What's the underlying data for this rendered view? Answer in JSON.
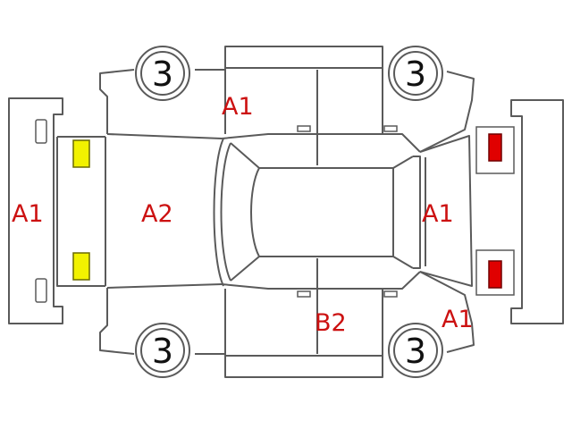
{
  "diagram": {
    "damage_labels": {
      "front_bumper": "A1",
      "hood": "A2",
      "right_front_door": "A1",
      "trunk": "A1",
      "left_front_door": "B2",
      "rear_quarter_left": "A1"
    },
    "tire_condition": {
      "front_right": "3",
      "rear_right": "3",
      "front_left": "3",
      "rear_left": "3"
    },
    "lamp_colors": {
      "front": "#f2f200",
      "rear": "#e00000"
    },
    "label_color": "#cc1111",
    "line_color": "#5a5a5a"
  }
}
